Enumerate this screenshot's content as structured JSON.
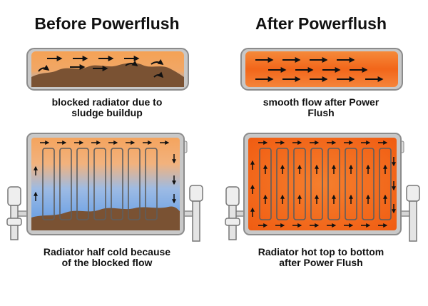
{
  "before": {
    "title": "Before Powerflush",
    "pipe_caption": "blocked radiator due to\nsludge buildup",
    "radiator_caption": "Radiator half cold because\nof the blocked flow"
  },
  "after": {
    "title": "After Powerflush",
    "pipe_caption": "smooth flow after Power\nFlush",
    "radiator_caption": "Radiator hot top to bottom\nafter Power Flush"
  },
  "colors": {
    "hot_orange": "#f26a1b",
    "warm_orange": "#f7a35c",
    "cold_blue": "#6aa4e6",
    "sludge_brown": "#7a5233",
    "frame_grey": "#9a9a9a",
    "arrow_black": "#111111"
  }
}
